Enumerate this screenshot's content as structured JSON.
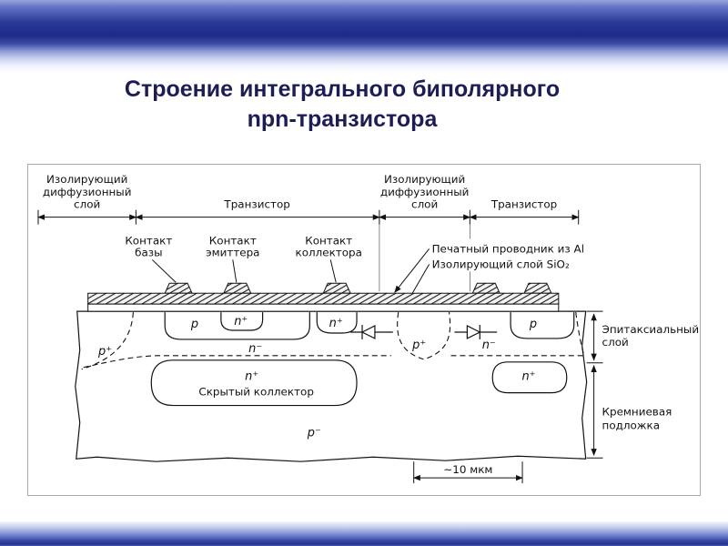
{
  "slide": {
    "title": [
      "Строение интегрального биполярного",
      "npn-транзистора"
    ]
  },
  "colors": {
    "header_navy": "#1d2a87",
    "title_text": "#1d1d55",
    "diagram_ink": "#111111",
    "diagram_border": "#a8a8a8"
  },
  "diagram": {
    "top": {
      "iso_left": [
        "Изолирующий",
        "диффузионный",
        "слой"
      ],
      "transistor_left": "Транзистор",
      "iso_mid": [
        "Изолирующий",
        "диффузионный",
        "слой"
      ],
      "transistor_right": "Транзистор"
    },
    "contacts": {
      "base": [
        "Контакт",
        "базы"
      ],
      "emitter": [
        "Контакт",
        "эмиттера"
      ],
      "collector": [
        "Контакт",
        "коллектора"
      ],
      "al_conductor": "Печатный проводник из Al",
      "sio2": "Изолирующий слой SiO₂"
    },
    "regions": {
      "p_plus_left": "p⁺",
      "p_base_left": "p",
      "n_plus_emitter": "n⁺",
      "n_plus_contact": "n⁺",
      "n_minus_left": "n⁻",
      "p_plus_mid": "p⁺",
      "n_minus_right": "n⁻",
      "p_base_right": "p",
      "n_plus_right": "n⁺",
      "buried_sign": "n⁺",
      "buried_name": "Скрытый коллектор",
      "substrate_sign": "p⁻"
    },
    "side": {
      "epitaxial": [
        "Эпитаксиальный",
        "слой"
      ],
      "substrate": [
        "Кремниевая",
        "подложка"
      ]
    },
    "scale": "~10 мкм"
  }
}
